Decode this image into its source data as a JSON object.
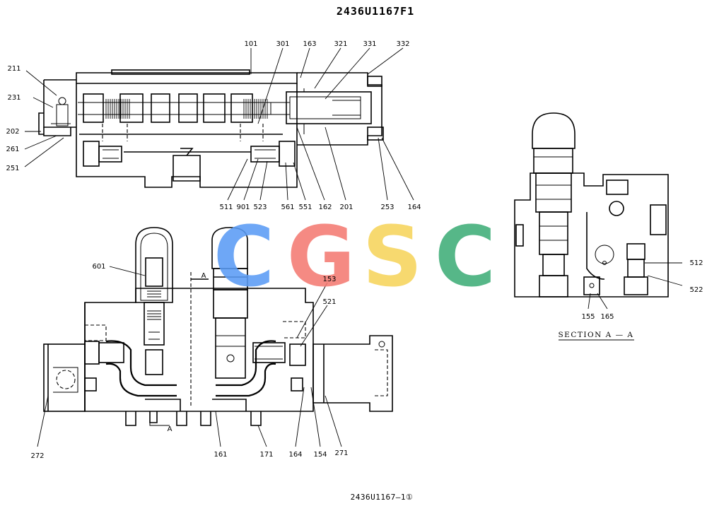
{
  "title": "2436U1167F1",
  "drawing_number": "2436U1167—1①",
  "section_caption": "SECTION A — A",
  "section_marker": "A",
  "watermark": {
    "letters": [
      "C",
      "G",
      "S",
      "C"
    ],
    "colors": [
      "#5b9cf5",
      "#f47b73",
      "#f6d45c",
      "#3fae78"
    ]
  },
  "part_labels": {
    "p101": "101",
    "p301": "301",
    "p163": "163",
    "p321": "321",
    "p331": "331",
    "p332": "332",
    "p211": "211",
    "p231": "231",
    "p202": "202",
    "p261": "261",
    "p251": "251",
    "p511": "511",
    "p901": "901",
    "p523": "523",
    "p561": "561",
    "p551": "551",
    "p162": "162",
    "p201": "201",
    "p253": "253",
    "p164_top": "164",
    "p601": "601",
    "p153": "153",
    "p521": "521",
    "p272": "272",
    "p161": "161",
    "p171": "171",
    "p164_bot": "164",
    "p154": "154",
    "p271": "271",
    "p512": "512",
    "p522": "522",
    "p155": "155",
    "p165": "165"
  }
}
